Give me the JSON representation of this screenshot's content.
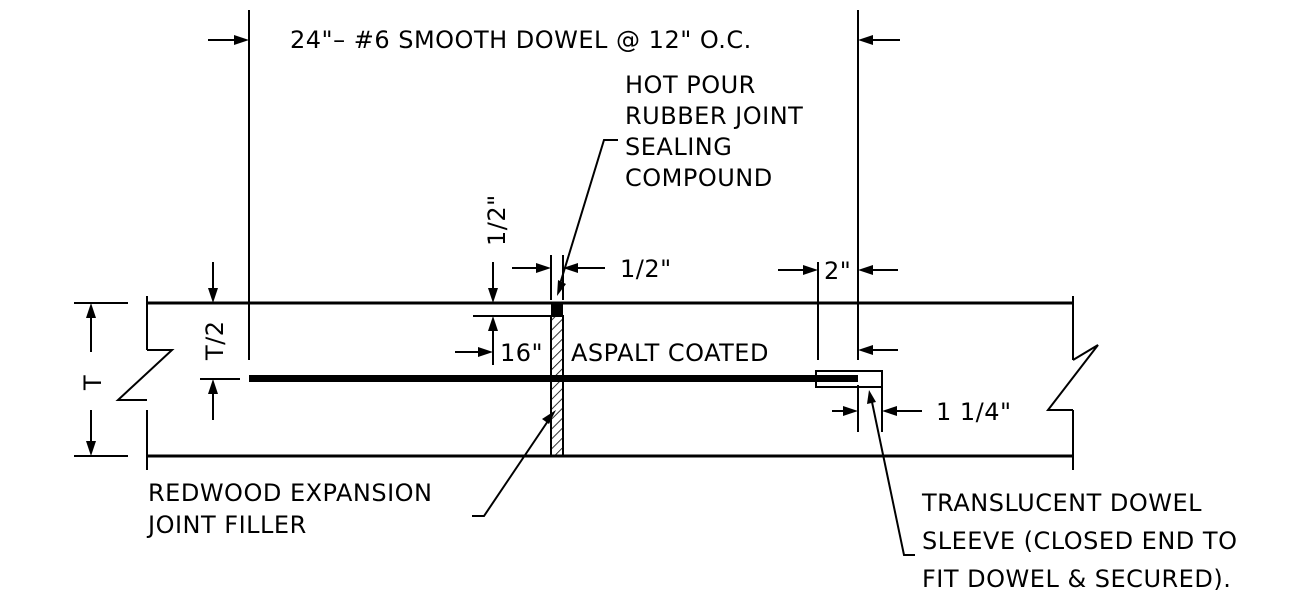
{
  "diagram": {
    "labels": {
      "dowel_spec": "24\"– #6 SMOOTH DOWEL @ 12\" O.C.",
      "sealant": [
        "HOT POUR",
        "RUBBER JOINT",
        "SEALING",
        "COMPOUND"
      ],
      "sealant_depth": "1/2\"",
      "joint_width": "1/2\"",
      "sleeve_gap": "2\"",
      "slab_half": "T/2",
      "slab_thickness": "T",
      "coated_length": "16\"",
      "coating": "ASPALT COATED",
      "sleeve_clearance": "1 1/4\"",
      "filler": [
        "REDWOOD EXPANSION",
        "JOINT FILLER"
      ],
      "sleeve": [
        "TRANSLUCENT DOWEL",
        "SLEEVE (CLOSED END TO",
        "FIT DOWEL & SECURED)."
      ]
    },
    "colors": {
      "ink": "#000000",
      "background": "#ffffff"
    }
  }
}
